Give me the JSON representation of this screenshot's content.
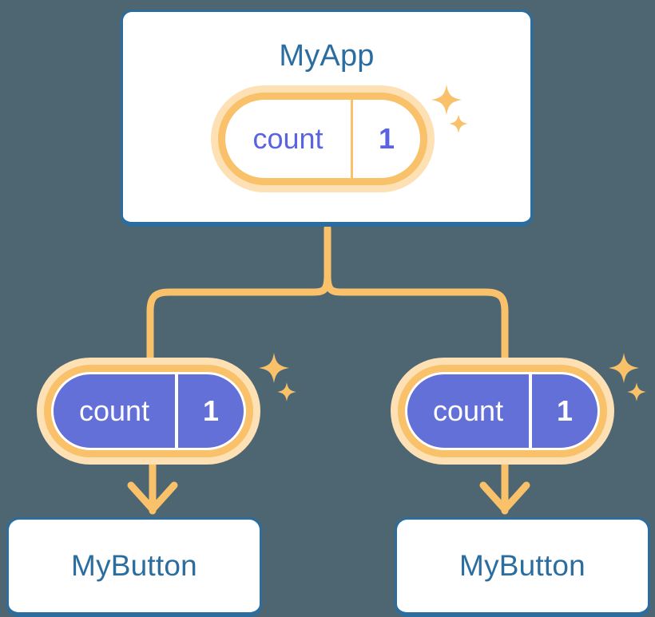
{
  "theme": {
    "background": "#4d6672",
    "card_border": "#2a6d9e",
    "card_fill": "#ffffff",
    "title_text": "#2a6d9e",
    "accent_orange": "#f9c16a",
    "accent_orange_halo": "#fde0b4",
    "state_purple": "#6370d8",
    "state_text_light": "#5a63e0",
    "state_text_dark": "#ffffff"
  },
  "diagram": {
    "type": "component-state-flow",
    "root": {
      "title": "MyApp",
      "state": {
        "key": "count",
        "value": "1"
      }
    },
    "children": [
      {
        "title": "MyButton",
        "state": {
          "key": "count",
          "value": "1"
        }
      },
      {
        "title": "MyButton",
        "state": {
          "key": "count",
          "value": "1"
        }
      }
    ],
    "icons": {
      "sparkle": "sparkle-icon",
      "arrow": "arrow-down-icon",
      "branch": "branch-connector"
    }
  }
}
